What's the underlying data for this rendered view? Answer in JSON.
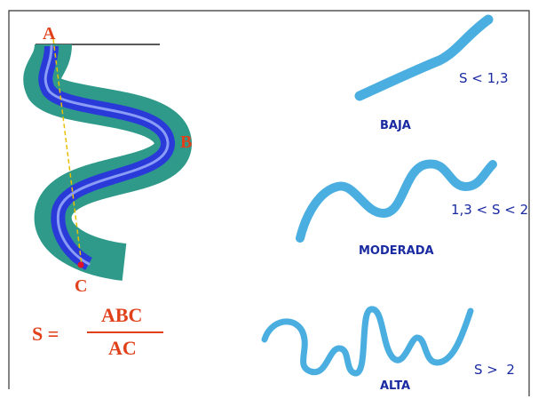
{
  "colors": {
    "point_label": "#e0401a",
    "river_bank": "#2f9a8a",
    "river_water": "#2a3ad8",
    "river_highlight": "#8a9cf5",
    "guide_line": "#e8c000",
    "point_c_dot": "#e0102a",
    "curve": "#4aaee0",
    "class_label": "#1a2aa0",
    "inequality": "#1a2aa0",
    "formula": "#e0401a",
    "frame": "#333333"
  },
  "points": {
    "a": "A",
    "b": "B",
    "c": "C"
  },
  "formula": {
    "lhs": "S =",
    "numerator": "ABC",
    "denominator": "AC"
  },
  "classes": {
    "low": {
      "name": "BAJA",
      "inequality": "S < 1,3"
    },
    "medium": {
      "name": "MODERADA",
      "inequality": "1,3 < S < 2"
    },
    "high": {
      "name": "ALTA",
      "inequality": "S >  2"
    }
  }
}
